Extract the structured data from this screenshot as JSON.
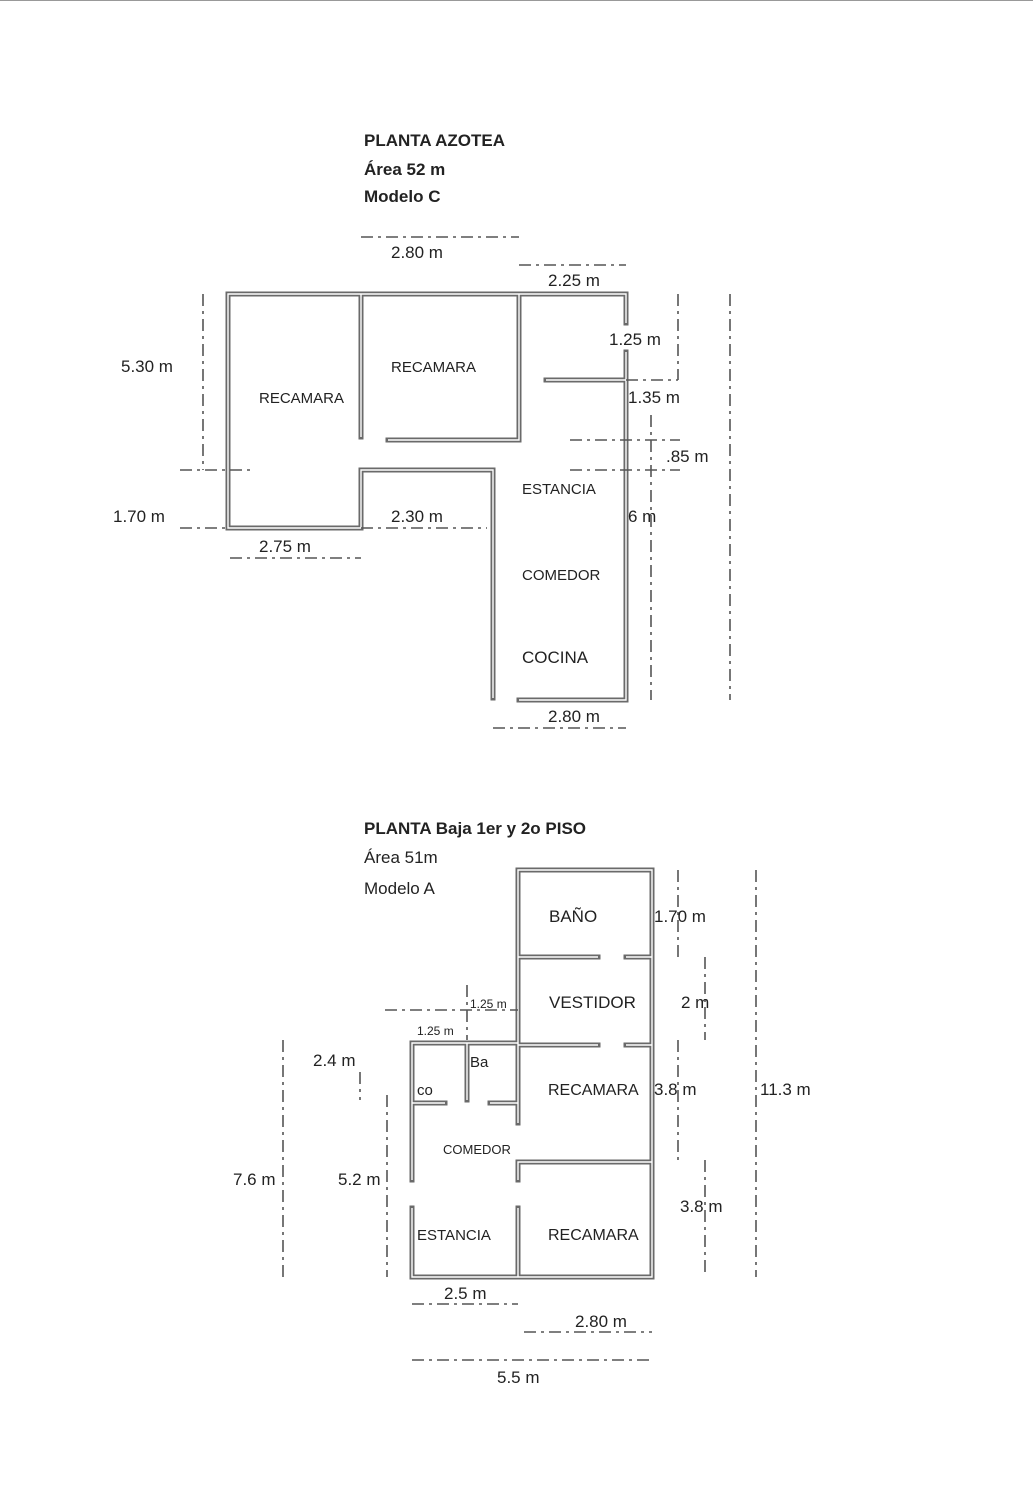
{
  "azotea": {
    "title": "PLANTA AZOTEA",
    "area": "Área 52 m",
    "model": "Modelo  C",
    "rooms": [
      "RECAMARA",
      "RECAMARA",
      "ESTANCIA",
      "COMEDOR",
      "COCINA"
    ],
    "dims": [
      "2.80 m",
      "2.25 m",
      "5.30 m",
      "1.70 m",
      "2.75 m",
      "2.30 m",
      "1.25 m",
      "1.35 m",
      ".85 m",
      "6 m",
      "2.80 m"
    ]
  },
  "baja": {
    "title": "PLANTA Baja 1er y 2o PISO",
    "area": "Área  51m",
    "model": "Modelo A",
    "rooms": [
      "BAÑO",
      "VESTIDOR",
      "RECAMARA",
      "RECAMARA",
      "COMEDOR",
      "ESTANCIA",
      "co",
      "Ba"
    ],
    "dims": [
      "1.70 m",
      "2 m",
      "3.8 m",
      "3.8 m",
      "11.3 m",
      "7.6 m",
      "5.2 m",
      "2.4 m",
      "1.25 m",
      "1.25 m",
      "2.5 m",
      "2.80 m",
      "5.5 m"
    ]
  }
}
